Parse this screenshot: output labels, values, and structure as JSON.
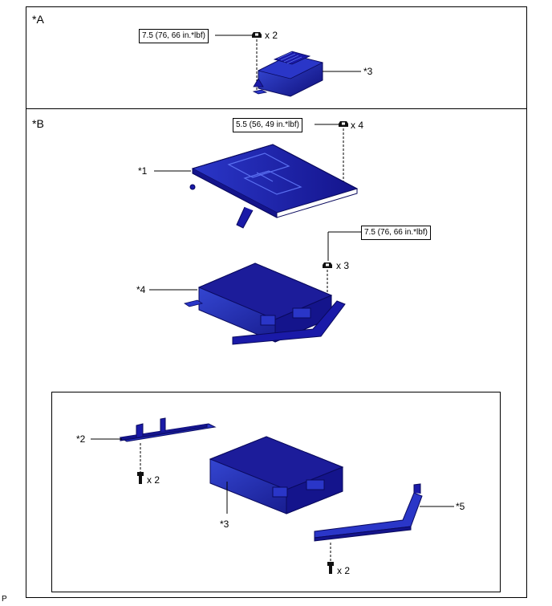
{
  "sections": {
    "a": {
      "label": "*A"
    },
    "b": {
      "label": "*B"
    }
  },
  "torques": {
    "t1": "7.5 (76, 66 in.*lbf)",
    "t2": "5.5 (56, 49 in.*lbf)",
    "t3": "7.5 (76, 66 in.*lbf)"
  },
  "quantities": {
    "q1": "x 2",
    "q2": "x 4",
    "q3": "x 3",
    "q4": "x 2",
    "q5": "x 2"
  },
  "callouts": {
    "c3_top": "*3",
    "c1": "*1",
    "c4": "*4",
    "c2": "*2",
    "c3_bottom": "*3",
    "c5": "*5"
  },
  "footer": {
    "mark": "P"
  },
  "colors": {
    "part": "#1a1aa8",
    "part_dark": "#0a0a5e",
    "part_light": "#3a4fe0"
  }
}
